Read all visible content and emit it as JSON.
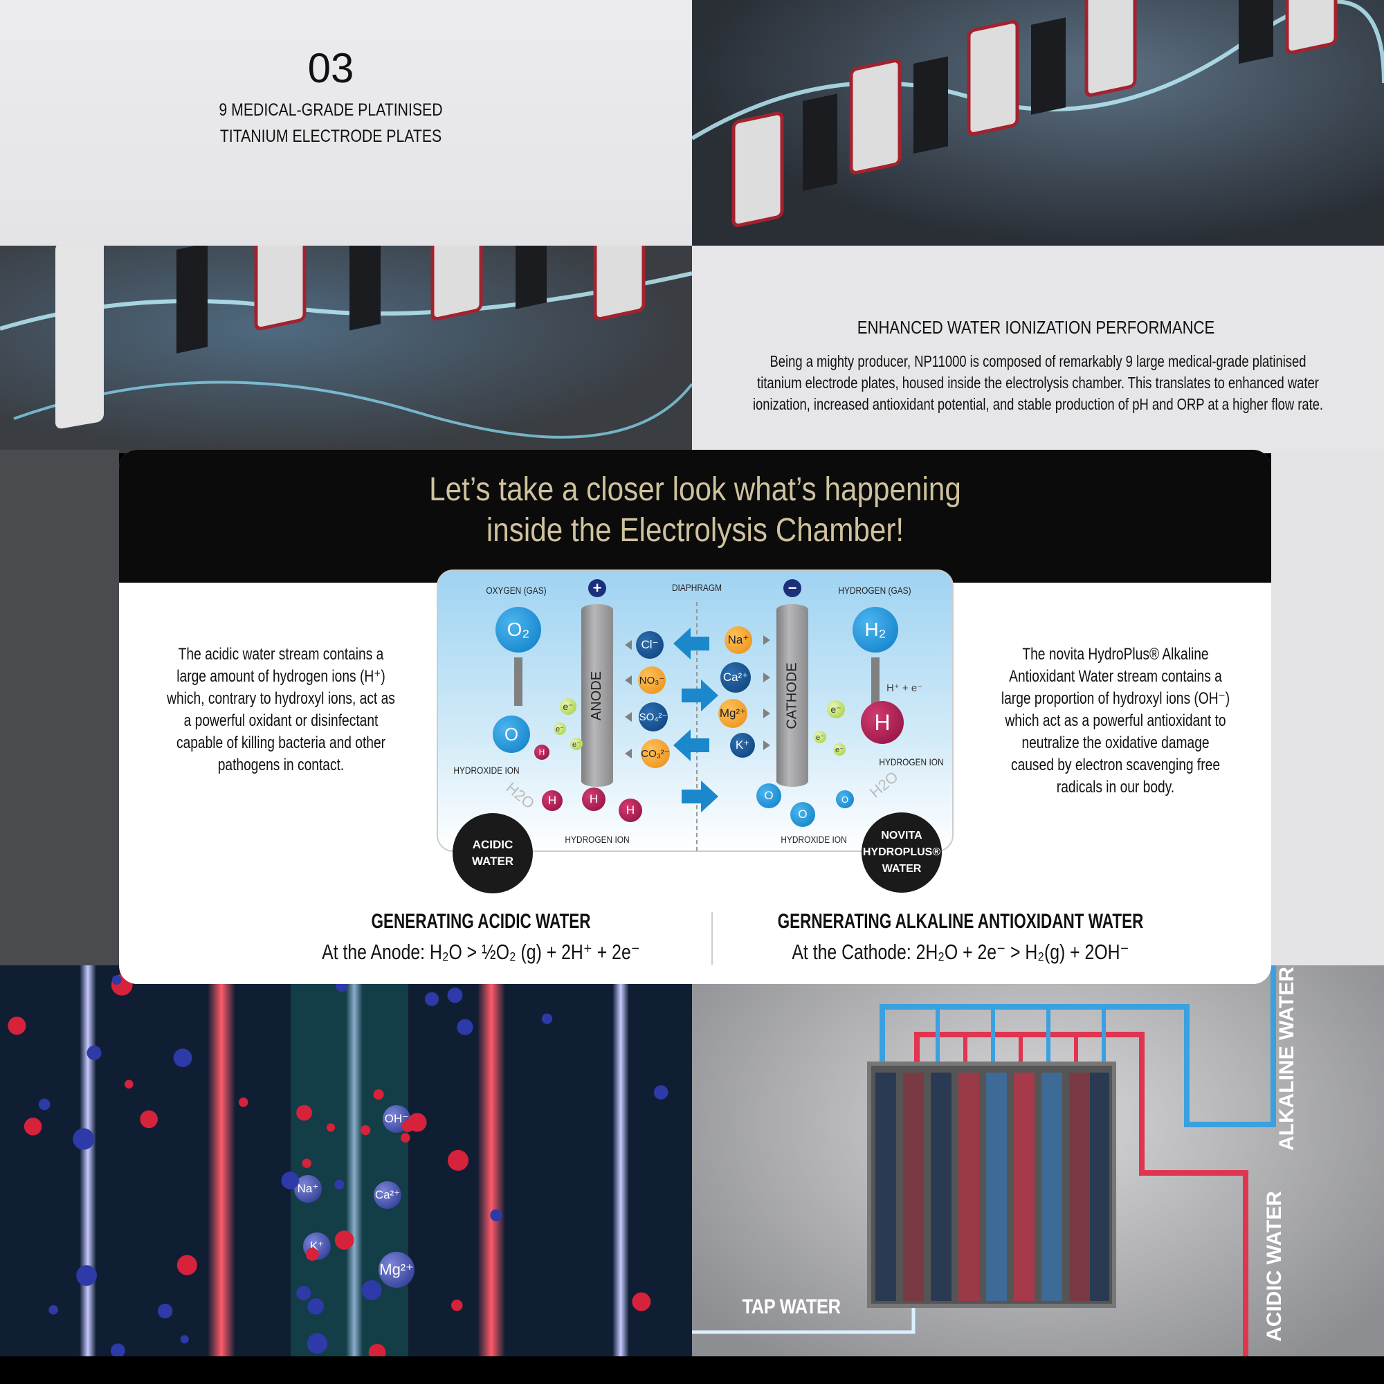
{
  "section_number": "03",
  "section_title": [
    "9 MEDICAL-GRADE PLATINISED",
    "TITANIUM ELECTRODE PLATES"
  ],
  "performance": {
    "heading": "ENHANCED WATER IONIZATION PERFORMANCE",
    "lines": [
      "Being a mighty producer, NP11000 is composed of remarkably 9 large medical-grade platinised",
      "titanium electrode plates, housed inside the electrolysis chamber. This translates to enhanced water",
      "ionization, increased antioxidant potential, and stable production of pH and ORP at a higher flow rate."
    ]
  },
  "chamber": {
    "title": [
      "Let’s take a closer look what’s happening",
      "inside the Electrolysis Chamber!"
    ],
    "left_text": [
      "The acidic water stream contains a",
      "large amount of hydrogen ions (H⁺)",
      "which, contrary to hydroxyl ions, act as",
      "a powerful oxidant or disinfectant",
      "capable of killing bacteria and other",
      "pathogens in contact."
    ],
    "right_text": [
      "The novita HydroPlus® Alkaline",
      "Antioxidant Water stream contains a",
      "large proportion of hydroxyl ions (OH⁻)",
      "which act as a powerful antioxidant to",
      "neutralize the oxidative damage",
      "caused by electron scavenging free",
      "radicals in our body."
    ],
    "diagram": {
      "oxygen_gas": "OXYGEN (GAS)",
      "hydrogen_gas": "HYDROGEN (GAS)",
      "diaphragm": "DIAPHRAGM",
      "plus": "+",
      "minus": "−",
      "anode": "ANODE",
      "cathode": "CATHODE",
      "o2": "O₂",
      "h2": "H₂",
      "anions": [
        "Cl⁻",
        "NO₃⁻",
        "SO₄²⁻",
        "CO₃²⁻"
      ],
      "cations": [
        "Na⁺",
        "Ca²⁺",
        "Mg²⁺",
        "K⁺"
      ],
      "hydroxide_ion": "HYDROXIDE ION",
      "hydrogen_ion": "HYDROGEN ION",
      "h2o": "H2O",
      "electron": "e⁻",
      "h": "H",
      "o": "O",
      "h_plus_e": "H⁺ + e⁻",
      "acidic_water": [
        "ACIDIC",
        "WATER"
      ],
      "novita_water": [
        "NOVITA",
        "HYDROPLUS®",
        "WATER"
      ]
    },
    "acidic_heading": "GENERATING ACIDIC WATER",
    "acidic_equation": "At the Anode: H₂O  >  ½O₂ (g) + 2H⁺ + 2e⁻",
    "alkaline_heading": "GERNERATING ALKALINE ANTIOXIDANT WATER",
    "alkaline_equation": "At the Cathode: 2H₂O + 2e⁻  >  H₂(g) + 2OH⁻"
  },
  "ions_illustration": [
    "OH⁻",
    "Na⁺",
    "Ca²⁺",
    "K⁺",
    "Mg²⁺"
  ],
  "flow_labels": {
    "tap": "TAP WATER",
    "alkaline": "ALKALINE WATER",
    "acidic": "ACIDIC WATER"
  },
  "colors": {
    "title_gold": "#cfc29c",
    "anion_blue": "#0b3f78",
    "orange": "#e98c12",
    "acid_red": "#e0344f",
    "alkaline_blue": "#3aa0e0"
  }
}
